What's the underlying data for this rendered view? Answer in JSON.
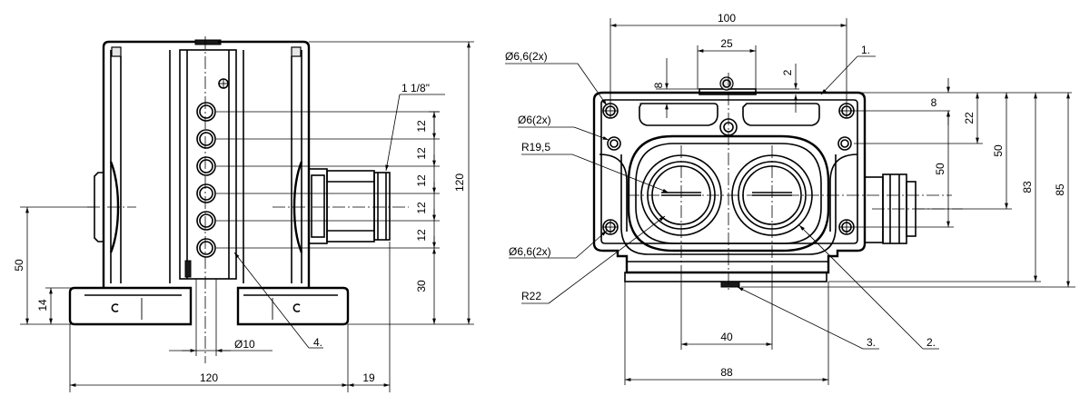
{
  "drawing": {
    "side_view": {
      "dims": {
        "width_120": "120",
        "cable_19": "19",
        "height_120": "120",
        "base_30": "30",
        "pitch_1": "12",
        "pitch_2": "12",
        "pitch_3": "12",
        "pitch_4": "12",
        "pitch_5": "12",
        "left_50": "50",
        "left_14": "14",
        "dia_10": "Ø10",
        "thread": "1 1/8\""
      },
      "callouts": {
        "item_4": "4."
      }
    },
    "front_view": {
      "dims": {
        "width_100": "100",
        "spacing_25": "25",
        "offset_8_top": "8",
        "offset_2": "2",
        "right_8": "8",
        "right_22": "22",
        "right_50_inner": "50",
        "right_50": "50",
        "right_83": "83",
        "right_85": "85",
        "bottom_40": "40",
        "bottom_88": "88",
        "hole_top": "Ø6,6(2x)",
        "hole_mid": "Ø6(2x)",
        "radius_19": "R19,5",
        "hole_bottom": "Ø6,6(2x)",
        "radius_22": "R22"
      },
      "callouts": {
        "item_1": "1.",
        "item_2": "2.",
        "item_3": "3."
      }
    }
  }
}
